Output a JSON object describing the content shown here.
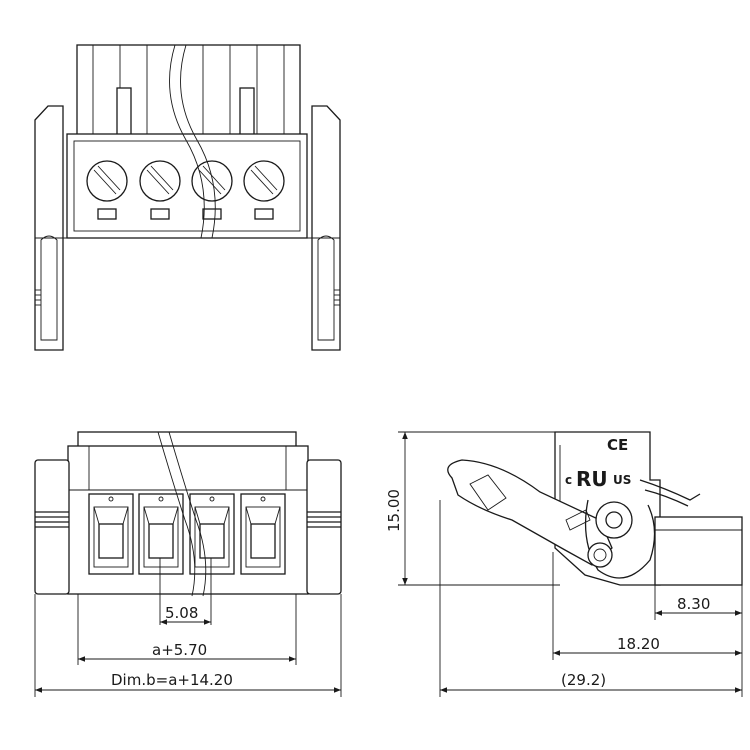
{
  "dimensions": {
    "pitch": "5.08",
    "a_plus": "a+5.70",
    "dim_b": "Dim.b=a+14.20",
    "height": "15.00",
    "d_8_30": "8.30",
    "d_18_20": "18.20",
    "d_29_2": "(29.2)"
  },
  "marks": {
    "ce": "CE",
    "ul_c": "c",
    "ul_mark": "RU",
    "ul_us": "US"
  }
}
